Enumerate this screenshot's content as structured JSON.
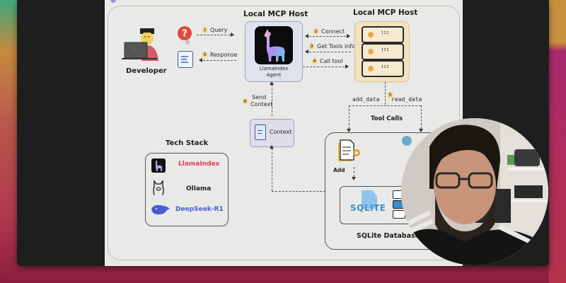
{
  "diagram": {
    "developer_label": "Developer",
    "left_host_title": "Local MCP Host",
    "right_host_title": "Local MCP Host",
    "agent_label_line1": "LlamaIndex",
    "agent_label_line2": "Agent",
    "steps": {
      "query": {
        "num": "1",
        "label": "Query"
      },
      "connect": {
        "num": "2",
        "label": "Connect"
      },
      "get_tools": {
        "num": "3",
        "label": "Get Tools info"
      },
      "call_tool": {
        "num": "4",
        "label": "Call tool"
      },
      "tool_step": {
        "num": "5"
      },
      "response": {
        "num": "5",
        "label": "Response"
      },
      "send_context": {
        "num": "6",
        "label_line1": "Send",
        "label_line2": "Context"
      }
    },
    "context_label": "Context",
    "tool_calls_label": "Tool Calls",
    "add_data_label": "add_data",
    "read_data_label": "read_data",
    "add_label": "Add",
    "sqlite_logo_text": "SQLITE",
    "database_label": "SQLite Database",
    "tech_stack": {
      "title": "Tech Stack",
      "items": [
        {
          "label": "LlamaIndex",
          "color": "#d9434b",
          "icon": "llama-icon"
        },
        {
          "label": "Ollama",
          "color": "#1d1d1d",
          "icon": "ollama-icon"
        },
        {
          "label": "DeepSeek-R1",
          "color": "#4a5bd8",
          "icon": "whale-icon"
        }
      ]
    }
  },
  "colors": {
    "agent_box_bg": "#dfe3ee",
    "server_box_bg": "#f2e2c2",
    "context_box_bg": "#e1dcea",
    "step_badge": "#f3d99a",
    "question_bubble": "#e0493a",
    "sqlite_blue": "#3a8ecb"
  }
}
